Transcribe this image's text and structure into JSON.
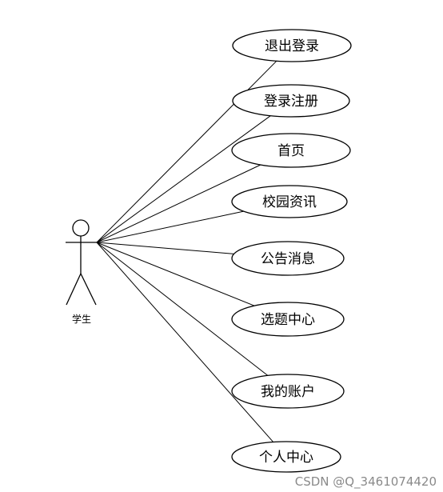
{
  "actor": {
    "label": "学生"
  },
  "use_cases": [
    {
      "label": "退出登录"
    },
    {
      "label": "登录注册"
    },
    {
      "label": "首页"
    },
    {
      "label": "校园资讯"
    },
    {
      "label": "公告消息"
    },
    {
      "label": "选题中心"
    },
    {
      "label": "我的账户"
    },
    {
      "label": "个人中心"
    }
  ],
  "watermark": "CSDN @Q_3461074420"
}
